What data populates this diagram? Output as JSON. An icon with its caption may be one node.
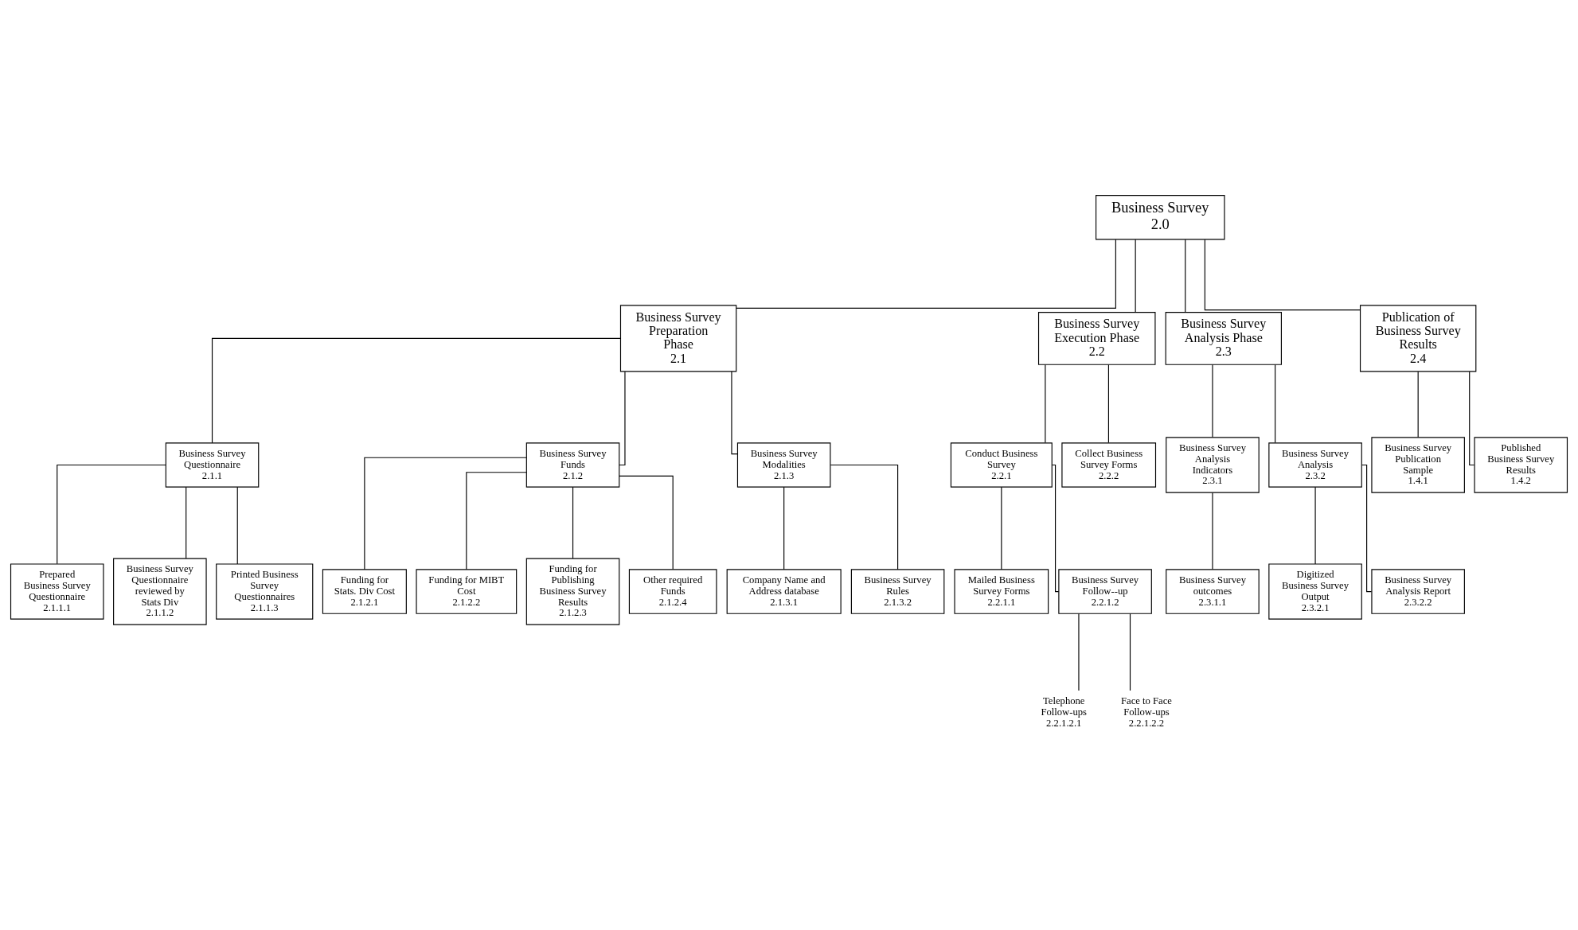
{
  "diagram": {
    "nodes": [
      {
        "text": [
          "Business Survey",
          "2.0"
        ]
      },
      {
        "text": [
          "Business Survey Preparation Phase",
          "2.1"
        ]
      },
      {
        "text": [
          "Business Survey Execution Phase",
          "2.2"
        ]
      },
      {
        "text": [
          "Business Survey Analysis Phase",
          "2.3"
        ]
      },
      {
        "text": [
          "Publication of Business Survey Results",
          "2.4"
        ]
      },
      {
        "text": [
          "Business Survey Questionnaire",
          "2.1.1"
        ]
      },
      {
        "text": [
          "Business Survey Funds",
          "2.1.2"
        ]
      },
      {
        "text": [
          "Business Survey Modalities",
          "2.1.3"
        ]
      },
      {
        "text": [
          "Conduct Business Survey",
          "2.2.1"
        ]
      },
      {
        "text": [
          "Collect Business Survey Forms",
          "2.2.2"
        ]
      },
      {
        "text": [
          "Business Survey Analysis Indicators",
          "2.3.1"
        ]
      },
      {
        "text": [
          "Business Survey Analysis",
          "2.3.2"
        ]
      },
      {
        "text": [
          "Business Survey Publication Sample",
          "1.4.1"
        ]
      },
      {
        "text": [
          "Published Business Survey Results",
          "1.4.2"
        ]
      },
      {
        "text": [
          "Prepared Business Survey Questionnaire",
          "2.1.1.1"
        ]
      },
      {
        "text": [
          "Business Survey Questionnaire reviewed by Stats Div",
          "2.1.1.2"
        ]
      },
      {
        "text": [
          "Printed Business Survey Questionnaires",
          "2.1.1.3"
        ]
      },
      {
        "text": [
          "Funding for Stats. Div Cost",
          "2.1.2.1"
        ]
      },
      {
        "text": [
          "Funding for MIBT Cost",
          "2.1.2.2"
        ]
      },
      {
        "text": [
          "Funding for Publishing Business Survey Results",
          "2.1.2.3"
        ]
      },
      {
        "text": [
          "Other required Funds",
          "2.1.2.4"
        ]
      },
      {
        "text": [
          "Company Name and Address database",
          "2.1.3.1"
        ]
      },
      {
        "text": [
          "Business Survey Rules",
          "2.1.3.2"
        ]
      },
      {
        "text": [
          "Mailed Business Survey Forms",
          "2.2.1.1"
        ]
      },
      {
        "text": [
          "Business Survey Follow--up",
          "2.2.1.2"
        ]
      },
      {
        "text": [
          "Telephone Follow-ups",
          "2.2.1.2.1"
        ]
      },
      {
        "text": [
          "Face to Face Follow-ups",
          "2.2.1.2.2"
        ]
      },
      {
        "text": [
          "Business Survey outcomes",
          "2.3.1.1"
        ]
      },
      {
        "text": [
          "Digitized Business Survey Output",
          "2.3.2.1"
        ]
      },
      {
        "text": [
          "Business Survey Analysis Report",
          "2.3.2.2"
        ]
      }
    ],
    "edges": [
      {
        "from": 0,
        "to": 1,
        "arrow": "none"
      },
      {
        "from": 0,
        "to": 2,
        "arrow": "none"
      },
      {
        "from": 0,
        "to": 3,
        "arrow": "none"
      },
      {
        "from": 0,
        "to": 4,
        "arrow": "none"
      },
      {
        "from": 1,
        "to": 5,
        "arrow": "none"
      },
      {
        "from": 1,
        "to": 6,
        "arrow": "none"
      },
      {
        "from": 1,
        "to": 7,
        "arrow": "none"
      },
      {
        "from": 2,
        "to": 8,
        "arrow": "none"
      },
      {
        "from": 2,
        "to": 9,
        "arrow": "none"
      },
      {
        "from": 3,
        "to": 10,
        "arrow": "none"
      },
      {
        "from": 3,
        "to": 11,
        "arrow": "none"
      },
      {
        "from": 4,
        "to": 12,
        "arrow": "none"
      },
      {
        "from": 4,
        "to": 13,
        "arrow": "none"
      },
      {
        "from": 5,
        "to": 14,
        "arrow": "none"
      },
      {
        "from": 5,
        "to": 15,
        "arrow": "none"
      },
      {
        "from": 5,
        "to": 16,
        "arrow": "none"
      },
      {
        "from": 6,
        "to": 17,
        "arrow": "none"
      },
      {
        "from": 6,
        "to": 18,
        "arrow": "none"
      },
      {
        "from": 6,
        "to": 19,
        "arrow": "none"
      },
      {
        "from": 6,
        "to": 20,
        "arrow": "none"
      },
      {
        "from": 7,
        "to": 21,
        "arrow": "none"
      },
      {
        "from": 7,
        "to": 22,
        "arrow": "none"
      },
      {
        "from": 8,
        "to": 23,
        "arrow": "none"
      },
      {
        "from": 8,
        "to": 24,
        "arrow": "none"
      },
      {
        "from": 24,
        "to": 25,
        "arrow": "none"
      },
      {
        "from": 24,
        "to": 26,
        "arrow": "none"
      },
      {
        "from": 10,
        "to": 27,
        "arrow": "none"
      },
      {
        "from": 11,
        "to": 28,
        "arrow": "none"
      },
      {
        "from": 11,
        "to": 29,
        "arrow": "none"
      }
    ]
  }
}
